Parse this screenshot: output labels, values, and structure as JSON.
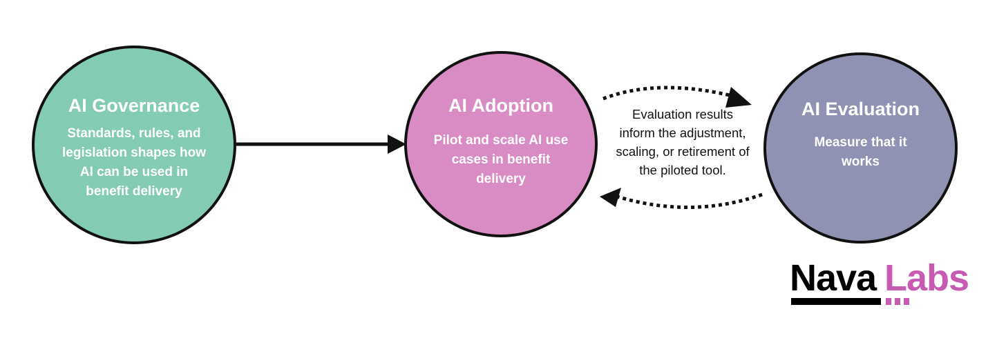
{
  "nodes": [
    {
      "id": "governance",
      "title": "AI Governance",
      "description": "Standards, rules, and legislation shapes how AI can be used in benefit delivery",
      "color": "#83cbb3"
    },
    {
      "id": "adoption",
      "title": "AI Adoption",
      "description": "Pilot and scale AI use cases in benefit delivery",
      "color": "#d98bc3"
    },
    {
      "id": "evaluation",
      "title": "AI Evaluation",
      "description": "Measure that it works",
      "color": "#8f92b2"
    }
  ],
  "edges": [
    {
      "from": "governance",
      "to": "adoption",
      "style": "solid"
    },
    {
      "from": "adoption",
      "to": "evaluation",
      "style": "dotted"
    },
    {
      "from": "evaluation",
      "to": "adoption",
      "style": "dotted"
    }
  ],
  "feedback_label": "Evaluation results inform the adjustment, scaling, or retirement of the piloted tool.",
  "logo": {
    "word1": "Nava",
    "word2": "Labs",
    "word1_color": "#000000",
    "word2_color": "#c75bb1"
  }
}
